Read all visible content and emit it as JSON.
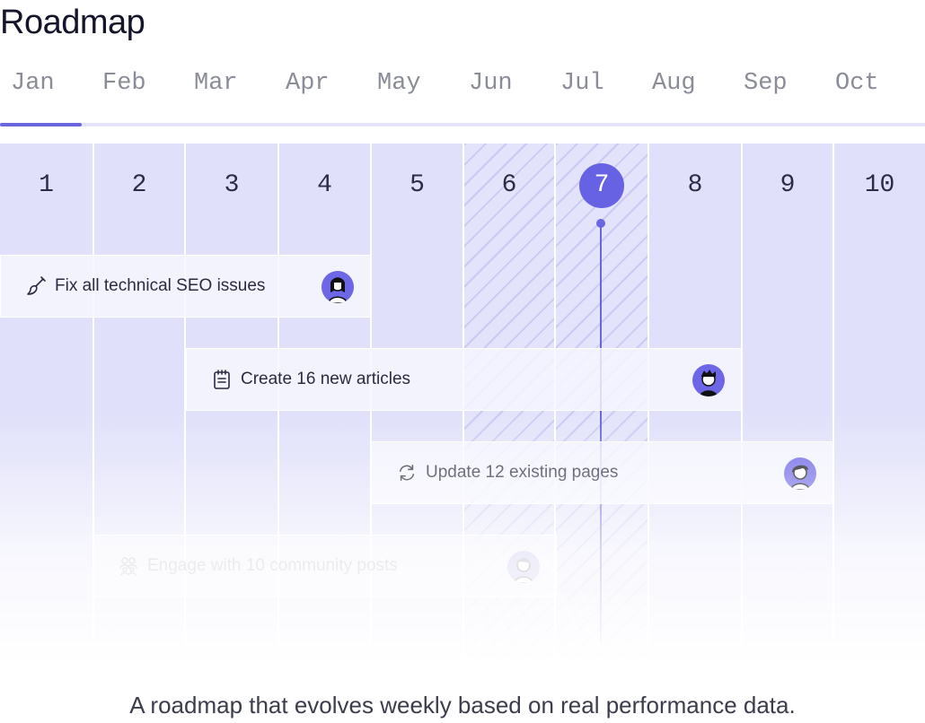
{
  "title": "Roadmap",
  "months": [
    "Jan",
    "Feb",
    "Mar",
    "Apr",
    "May",
    "Jun",
    "Jul",
    "Aug",
    "Sep",
    "Oct"
  ],
  "month_progress": 0.088,
  "weeks": [
    "1",
    "2",
    "3",
    "4",
    "5",
    "6",
    "7",
    "8",
    "9",
    "10"
  ],
  "current_week": "7",
  "tasks": [
    {
      "label": "Fix all technical SEO issues",
      "icon": "brush-icon"
    },
    {
      "label": "Create 16 new articles",
      "icon": "notepad-icon"
    },
    {
      "label": "Update 12 existing pages",
      "icon": "refresh-icon"
    },
    {
      "label": "Engage with 10 community posts",
      "icon": "community-icon"
    }
  ],
  "caption": "A roadmap that evolves weekly based on real performance data.",
  "colors": {
    "accent": "#6762e4",
    "column": "#e0e0fa",
    "card": "#f6f6ff"
  }
}
